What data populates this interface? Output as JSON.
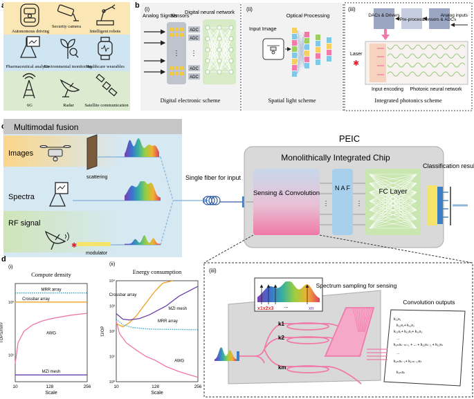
{
  "panel_letters": {
    "a": "a",
    "b": "b",
    "c": "c",
    "d": "d"
  },
  "applications": [
    {
      "label": "Autonomous driving",
      "icon": "car-icon"
    },
    {
      "label": "Security camera",
      "icon": "camera-icon"
    },
    {
      "label": "Intelligent robots",
      "icon": "robot-arm-icon"
    },
    {
      "label": "Pharmaceutical analysis",
      "icon": "flask-icon"
    },
    {
      "label": "Environmental monitoring",
      "icon": "plant-icon"
    },
    {
      "label": "Healthcare wearables",
      "icon": "smartwatch-icon"
    },
    {
      "label": "6G",
      "icon": "antenna-tower-icon"
    },
    {
      "label": "Radar",
      "icon": "satellite-dish-icon"
    },
    {
      "label": "Satellite communication",
      "icon": "satellite-icon"
    }
  ],
  "colors": {
    "row1": "#fbe7b5",
    "row2": "#cfe6f2",
    "row3": "#dcebd0",
    "pink": "#f07aa8",
    "blue": "#3d7fc4",
    "yellow": "#f5e46a",
    "chip": "#d9d9d9",
    "mrr": "#2aa6c4",
    "crossbar": "#f0a020",
    "awg": "#ee77aa",
    "mzi": "#6a3ea8"
  },
  "schemes": {
    "i_sub": "(i)",
    "ii_sub": "(ii)",
    "iii_sub": "(iii)",
    "analog_signals": "Analog Signals",
    "sensors": "Sensors",
    "dnn": "Digital neural network",
    "adc": "ADC",
    "dots": "⋮",
    "digital_caption": "Digital electronic scheme",
    "input_image": "Input Image",
    "optical_processing": "Optical Processing",
    "spatial_caption": "Spatial light scheme",
    "dacs": "DACs & Drivers",
    "preprocess": "Pre-process",
    "sensors_adcs": "Sensors & ADCs",
    "analog_inputs": "Analog inputs",
    "laser": "Laser",
    "input_encoding": "Input encoding",
    "photonic_nn": "Photonic neural network",
    "integrated_caption": "Integrated photonics scheme"
  },
  "fusion": {
    "title": "Multimodal fusion",
    "images": "Images",
    "spectra": "Spectra",
    "rf": "RF signal",
    "scattering": "scattering",
    "modulator": "modulator",
    "single_fiber": "Single fiber for input",
    "peic": "PEIC",
    "chip_title": "Monolithically Integrated Chip",
    "sensing": "Sensing & Convolution",
    "naf": "N A F",
    "fc": "FC Layer",
    "classification": "Classification results"
  },
  "detail": {
    "sub": "(iii)",
    "spectrum_sampling": "Spectrum sampling for sensing",
    "conv_outputs": "Convolution outputs",
    "k1": "k1",
    "k2": "k2",
    "km": "km",
    "x_labels": "x1x2x3",
    "xn": "xn",
    "ellipsis": "...",
    "formula_lines": [
      "k₁₁x₁",
      "k₁₂x₁+ k₁₁x₂",
      "k₁₃x₁+ k₁₂x₂+ k₁₁x₃",
      "...",
      "k₁ₘxₙ₋ₘ₊₁ + ... + k₁₂xₙ₋₁ + k₁₁xₙ",
      "...",
      "k₁ₘxₙ₋₁+ k₁₍ₘ₋₁₎xₙ",
      "k₁ₘxₙ"
    ]
  },
  "chart_data": [
    {
      "type": "line",
      "subtitle": "(i)",
      "title": "Compute density",
      "xlabel": "Scale",
      "ylabel": "TOPS/mm²",
      "xticks": [
        10,
        128,
        256
      ],
      "xlim": [
        10,
        256
      ],
      "ylog": true,
      "ylim": [
        1,
        5000
      ],
      "yticks": [
        {
          "v": 10,
          "label": "10¹"
        },
        {
          "v": 1000,
          "label": "10³"
        }
      ],
      "series": [
        {
          "name": "MRR array",
          "style": "dotted",
          "color": "#2aa6c4",
          "x": [
            10,
            256
          ],
          "y": [
            2200,
            2200
          ]
        },
        {
          "name": "Crossbar array",
          "style": "solid",
          "color": "#f0a020",
          "x": [
            10,
            256
          ],
          "y": [
            1000,
            1000
          ]
        },
        {
          "name": "AWG",
          "style": "solid",
          "color": "#ee77aa",
          "x": [
            10,
            20,
            40,
            70,
            100,
            128,
            160,
            200,
            256
          ],
          "y": [
            5,
            30,
            80,
            140,
            190,
            230,
            270,
            320,
            380
          ]
        },
        {
          "name": "MZI mesh",
          "style": "solid",
          "color": "#6a3ea8",
          "x": [
            10,
            256
          ],
          "y": [
            1.8,
            1.8
          ]
        }
      ]
    },
    {
      "type": "line",
      "subtitle": "(ii)",
      "title": "Energy consumption",
      "xlabel": "Scale",
      "ylabel": "fJ/OP",
      "xticks": [
        10,
        128,
        256
      ],
      "xlim": [
        10,
        256
      ],
      "ylog": true,
      "ylim": [
        1,
        10000
      ],
      "yticks": [
        {
          "v": 1,
          "label": "10⁰"
        },
        {
          "v": 10,
          "label": "10¹"
        },
        {
          "v": 100,
          "label": "10²"
        },
        {
          "v": 1000,
          "label": "10³"
        },
        {
          "v": 10000,
          "label": "10⁴"
        }
      ],
      "series": [
        {
          "name": "Crossbar array",
          "style": "solid",
          "color": "#f0a020",
          "x": [
            10,
            30,
            50,
            70,
            90,
            110,
            128,
            150,
            180
          ],
          "y": [
            200,
            150,
            220,
            400,
            900,
            2000,
            4000,
            8000,
            10000
          ]
        },
        {
          "name": "MZI mesh",
          "style": "solid",
          "color": "#6a3ea8",
          "x": [
            10,
            30,
            50,
            80,
            110,
            128,
            160,
            200,
            256
          ],
          "y": [
            500,
            300,
            280,
            320,
            450,
            600,
            1000,
            2500,
            6000
          ]
        },
        {
          "name": "MRR array",
          "style": "dotted",
          "color": "#2aa6c4",
          "x": [
            10,
            30,
            60,
            100,
            128,
            180,
            256
          ],
          "y": [
            300,
            180,
            140,
            125,
            120,
            118,
            115
          ]
        },
        {
          "name": "AWG",
          "style": "solid",
          "color": "#ee77aa",
          "x": [
            10,
            20,
            40,
            70,
            100,
            128,
            160,
            200,
            256
          ],
          "y": [
            250,
            80,
            35,
            18,
            10,
            7,
            4,
            2.5,
            1.5
          ]
        }
      ],
      "labels": [
        {
          "text": "Crossbar array",
          "x": 30,
          "y": 2500
        },
        {
          "text": "MZI mesh",
          "x": 195,
          "y": 700
        },
        {
          "text": "MRR array",
          "x": 165,
          "y": 230
        },
        {
          "text": "AWG",
          "x": 200,
          "y": 6
        }
      ]
    }
  ]
}
